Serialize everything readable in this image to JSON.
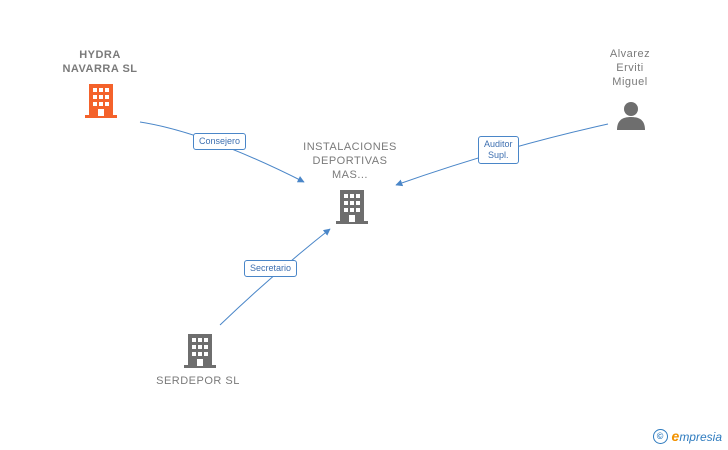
{
  "nodes": {
    "center": {
      "lines": [
        "INSTALACIONES",
        "DEPORTIVAS",
        "MAS..."
      ],
      "color": "#6e6e6e"
    },
    "hydra": {
      "lines": [
        "HYDRA",
        "NAVARRA SL"
      ],
      "color": "#f4622b"
    },
    "alvarez": {
      "lines": [
        "Alvarez",
        "Erviti",
        "Miguel"
      ],
      "color": "#6e6e6e"
    },
    "serdepor": {
      "lines": [
        "SERDEPOR SL"
      ],
      "color": "#6e6e6e"
    }
  },
  "relations": {
    "consejero": "Consejero",
    "auditor_line1": "Auditor",
    "auditor_line2": "Supl.",
    "secretario": "Secretario"
  },
  "edge_color": "#4a86c8",
  "brand": {
    "copyright": "©",
    "e": "e",
    "rest": "mpresia"
  }
}
